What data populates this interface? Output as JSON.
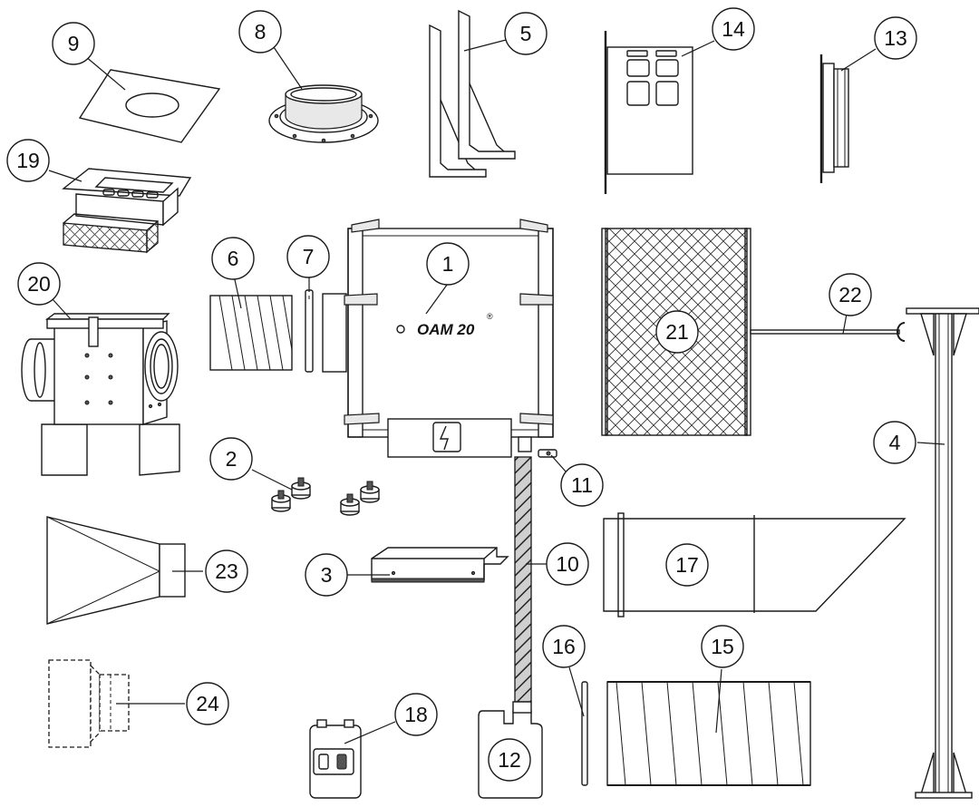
{
  "device": {
    "brand_label": "OAM 20",
    "registered_mark": "®"
  },
  "callouts": {
    "c1": "1",
    "c2": "2",
    "c3": "3",
    "c4": "4",
    "c5": "5",
    "c6": "6",
    "c7": "7",
    "c8": "8",
    "c9": "9",
    "c10": "10",
    "c11": "11",
    "c12": "12",
    "c13": "13",
    "c14": "14",
    "c15": "15",
    "c16": "16",
    "c17": "17",
    "c18": "18",
    "c19": "19",
    "c20": "20",
    "c21": "21",
    "c22": "22",
    "c23": "23",
    "c24": "24"
  },
  "colors": {
    "line": "#1a1a1a",
    "background": "#ffffff",
    "panel_fill": "#e8e8e8"
  },
  "icons": {
    "warning": "high-voltage-icon"
  }
}
